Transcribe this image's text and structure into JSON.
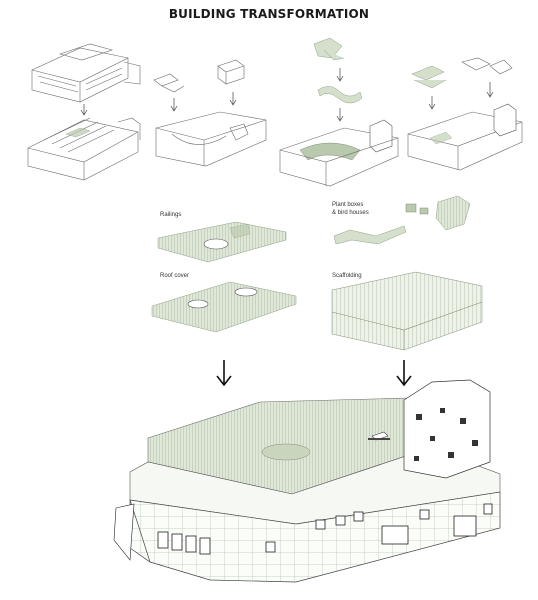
{
  "title": "BUILDING TRANSFORMATION",
  "components": {
    "railings": "Railings",
    "plant_boxes_line1": "Plant boxes",
    "plant_boxes_line2": "& bird houses",
    "roof_cover": "Roof cover",
    "scaffolding": "Scaffolding"
  },
  "colors": {
    "accent_green": "#b9c9ad",
    "line": "#555555",
    "arrow": "#111111"
  }
}
